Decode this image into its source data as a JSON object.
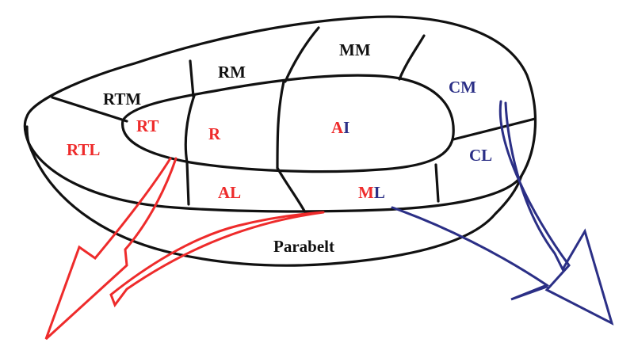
{
  "colors": {
    "outline": "#111111",
    "rostral_stream": "#ee2b2b",
    "caudal_stream": "#2b2f86",
    "background": "#ffffff"
  },
  "labels": {
    "rtm": "RTM",
    "rm": "RM",
    "mm": "MM",
    "cm": "CM",
    "rt": "RT",
    "r": "R",
    "ai_a": "A",
    "ai_i": "I",
    "rtl": "RTL",
    "al": "AL",
    "ml_m": "M",
    "ml_l": "L",
    "cl": "CL",
    "parabelt": "Parabelt"
  }
}
